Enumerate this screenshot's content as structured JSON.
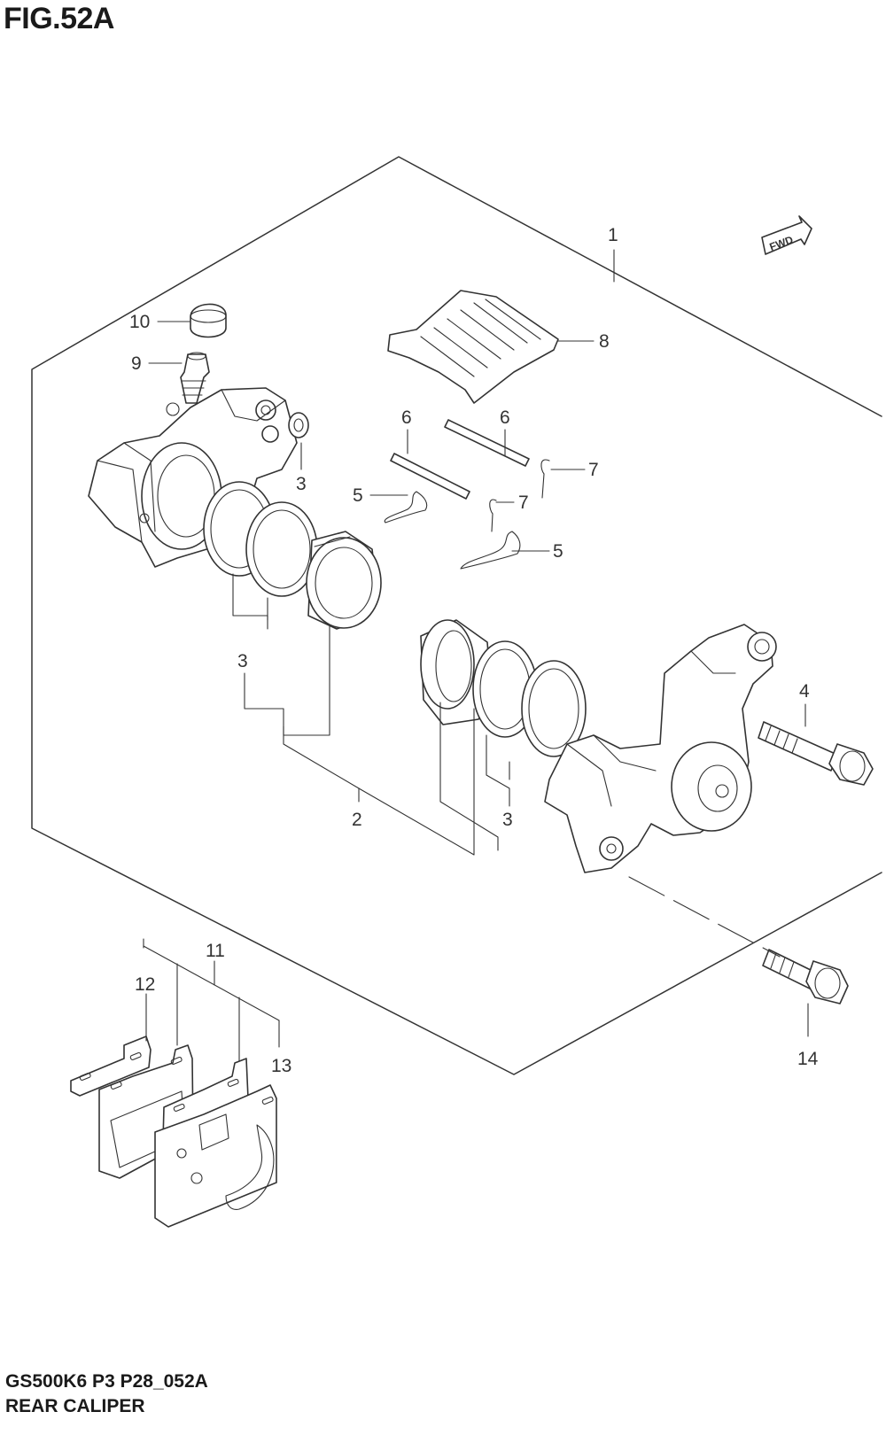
{
  "figure": {
    "title": "FIG.52A",
    "code": "GS500K6 P3 P28_052A",
    "name": "REAR CALIPER",
    "fwd_label": "FWD"
  },
  "callouts": [
    {
      "id": "c1",
      "number": "1"
    },
    {
      "id": "c2",
      "number": "2"
    },
    {
      "id": "c3a",
      "number": "3"
    },
    {
      "id": "c3b",
      "number": "3"
    },
    {
      "id": "c3c",
      "number": "3"
    },
    {
      "id": "c4",
      "number": "4"
    },
    {
      "id": "c5a",
      "number": "5"
    },
    {
      "id": "c5b",
      "number": "5"
    },
    {
      "id": "c6a",
      "number": "6"
    },
    {
      "id": "c6b",
      "number": "6"
    },
    {
      "id": "c7a",
      "number": "7"
    },
    {
      "id": "c7b",
      "number": "7"
    },
    {
      "id": "c8",
      "number": "8"
    },
    {
      "id": "c9",
      "number": "9"
    },
    {
      "id": "c10",
      "number": "10"
    },
    {
      "id": "c11",
      "number": "11"
    },
    {
      "id": "c12",
      "number": "12"
    },
    {
      "id": "c13",
      "number": "13"
    },
    {
      "id": "c14",
      "number": "14"
    }
  ]
}
